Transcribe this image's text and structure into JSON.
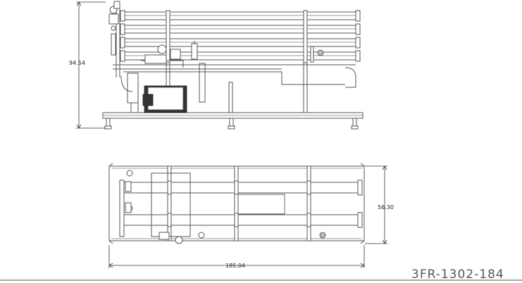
{
  "dimensions": {
    "height": "94.54",
    "width": "56.30",
    "length": "185.04"
  },
  "drawing_id": "3FR-1302-184"
}
